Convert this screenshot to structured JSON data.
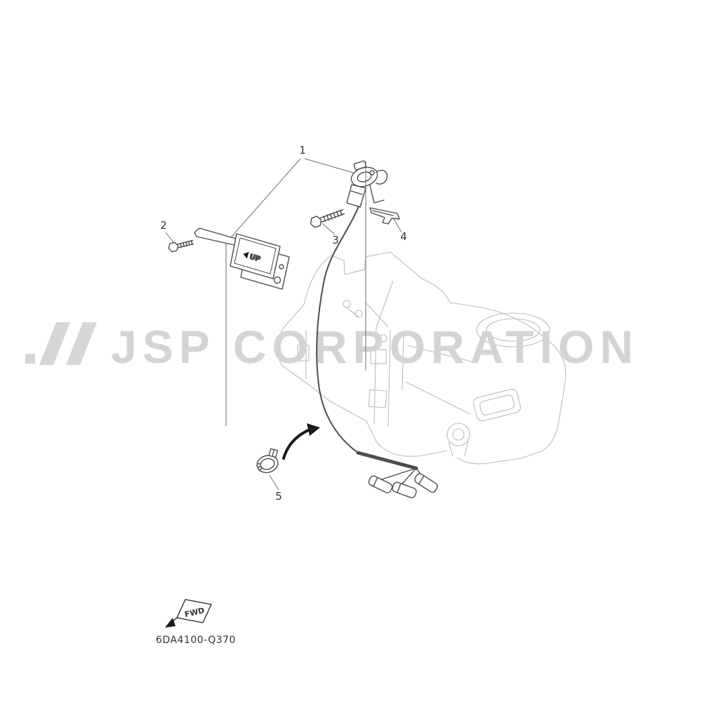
{
  "diagram": {
    "watermark": "JSP CORPORATION",
    "part_code": "6DA4100-Q370",
    "fwd_label": "FWD",
    "up_label": "UP",
    "callouts": [
      "1",
      "2",
      "3",
      "4",
      "5"
    ]
  }
}
